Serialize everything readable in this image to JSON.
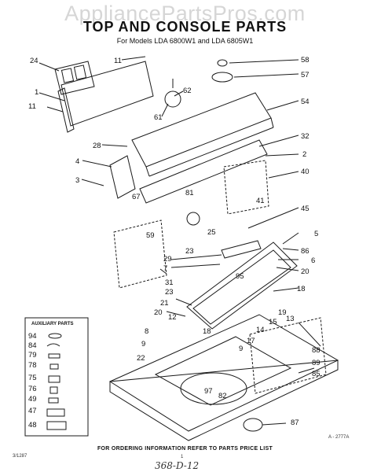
{
  "watermark": "AppliancePartsPros.com",
  "title": "TOP AND CONSOLE PARTS",
  "subtitle": "For Models LDA 6800W1 and LDA 6805W1",
  "aux_box_title": "AUXILIARY PARTS",
  "footer": "FOR ORDERING INFORMATION REFER TO PARTS PRICE LIST",
  "code_left": "3/1287",
  "code_right": "A - 2777A",
  "page_number": "1",
  "handwritten_note": "368-D-12",
  "callouts": [
    "24",
    "11",
    "1",
    "11",
    "62",
    "61",
    "58",
    "57",
    "54",
    "32",
    "28",
    "2",
    "4",
    "3",
    "67",
    "81",
    "40",
    "41",
    "25",
    "45",
    "23",
    "59",
    "5",
    "86",
    "6",
    "29",
    "7",
    "20",
    "95",
    "31",
    "23",
    "21",
    "18",
    "20",
    "13",
    "19",
    "15",
    "14",
    "17",
    "9",
    "18",
    "12",
    "8",
    "9",
    "22",
    "88",
    "89",
    "85",
    "97",
    "82",
    "87"
  ],
  "aux_parts": [
    "94",
    "84",
    "79",
    "78",
    "75",
    "76",
    "49",
    "47",
    "48"
  ]
}
